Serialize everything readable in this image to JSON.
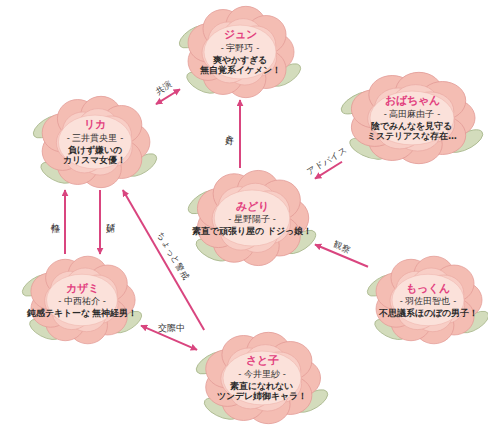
{
  "diagram": {
    "nodes": [
      {
        "text": [
          "ジュン",
          "- 宇野巧 -",
          "爽やかすぎる 無自覚系イケメン！"
        ]
      },
      {
        "text": [
          "リカ",
          "- 三井貫央里 -",
          "負けず嫌いの カリスマ女優！"
        ]
      },
      {
        "text": [
          "おばちゃん",
          "- 高田麻由子 -",
          "陰でみんなを見守る ミステリアスな存在…"
        ]
      },
      {
        "text": [
          "みどり",
          "- 星野陽子 -",
          "素直で頑張り屋の ドジっ娘！"
        ]
      },
      {
        "text": [
          "カザミ",
          "- 中西祐介 -",
          "鈍感テキトーな 無神経男！"
        ]
      },
      {
        "text": [
          "もっくん",
          "- 羽佐田智也 -",
          "不思議系ほのぼの男子！"
        ]
      },
      {
        "text": [
          "さと子",
          "- 今井里紗 -",
          "素直になれない ツンデレ姉御キャラ！"
        ]
      }
    ],
    "edges": [
      {
        "from": 1,
        "to": 0,
        "label": "共演",
        "arrow": "both"
      },
      {
        "from": 3,
        "to": 0,
        "label": "好き",
        "arrow": "to"
      },
      {
        "from": 2,
        "to": 3,
        "label": "アドバイス",
        "arrow": "to"
      },
      {
        "from": 5,
        "to": 3,
        "label": "観察",
        "arrow": "to"
      },
      {
        "from": 4,
        "to": 1,
        "label": "憧れ",
        "arrow": "to"
      },
      {
        "from": 1,
        "to": 4,
        "label": "媚び",
        "arrow": "to"
      },
      {
        "from": 6,
        "to": 1,
        "label": "ちょっと警戒",
        "arrow": "to"
      },
      {
        "from": 4,
        "to": 6,
        "label": "交際中",
        "arrow": "both"
      }
    ]
  }
}
